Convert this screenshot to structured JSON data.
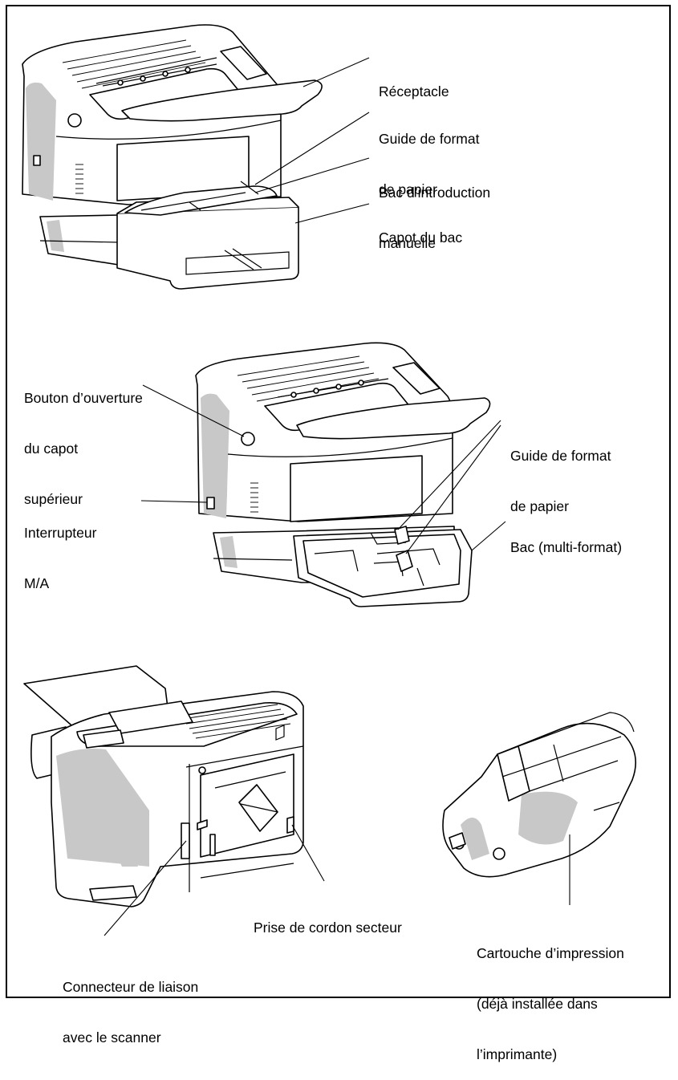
{
  "figure_1": {
    "labels": {
      "receptacle": [
        "Réceptacle"
      ],
      "paper_guide": [
        "Guide de format",
        "de papier"
      ],
      "manual_tray": [
        "Bac d’introduction",
        "manuelle"
      ],
      "tray_cover": [
        "Capot du bac"
      ]
    }
  },
  "figure_2": {
    "labels": {
      "top_cover_button": [
        "Bouton d’ouverture",
        "du capot",
        "supérieur"
      ],
      "power_switch": [
        "Interrupteur",
        "M/A"
      ],
      "paper_guide": [
        "Guide de format",
        "de papier"
      ],
      "multi_tray": [
        "Bac (multi-format)"
      ]
    }
  },
  "figure_3": {
    "labels": {
      "power_socket": [
        "Prise de cordon secteur"
      ],
      "scanner_connector": [
        "Connecteur de liaison",
        "avec le scanner"
      ],
      "cartridge": [
        "Cartouche d’impression",
        "(déjà installée dans",
        "l’imprimante)"
      ]
    }
  },
  "colors": {
    "line": "#000000",
    "shade": "#c8c8c8",
    "paper": "#ffffff"
  }
}
